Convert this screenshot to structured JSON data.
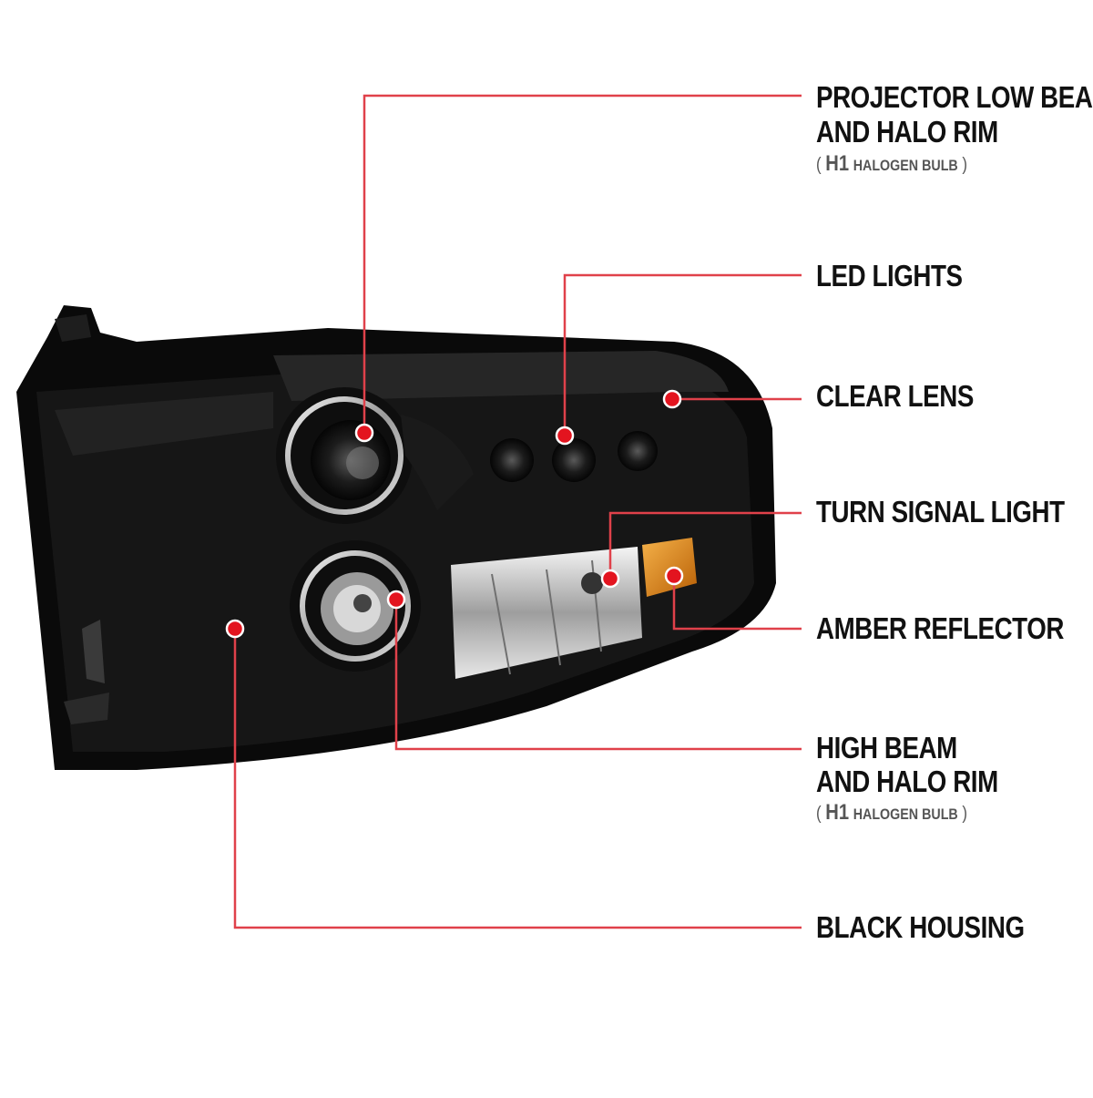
{
  "colors": {
    "leader_line": "#e0414a",
    "dot": "#e3141f",
    "housing": "#0d0d0d",
    "amber": "#d9870f",
    "chrome": "#c8c8c8",
    "label_text": "#111111",
    "sub_text": "#555555"
  },
  "callouts": [
    {
      "id": "projector-low-beam",
      "lines": [
        "PROJECTOR LOW BEAM",
        "AND HALO RIM"
      ],
      "bulb_open": "( ",
      "bulb_code": "H1",
      "bulb_text": "HALOGEN BULB",
      "bulb_close": " )"
    },
    {
      "id": "led-lights",
      "lines": [
        "LED LIGHTS"
      ]
    },
    {
      "id": "clear-lens",
      "lines": [
        "CLEAR LENS"
      ]
    },
    {
      "id": "turn-signal",
      "lines": [
        "TURN SIGNAL LIGHT"
      ]
    },
    {
      "id": "amber-reflector",
      "lines": [
        "AMBER REFLECTOR"
      ]
    },
    {
      "id": "high-beam",
      "lines": [
        "HIGH BEAM",
        "AND HALO RIM"
      ],
      "bulb_open": "( ",
      "bulb_code": "H1",
      "bulb_text": "HALOGEN BULB",
      "bulb_close": " )"
    },
    {
      "id": "black-housing",
      "lines": [
        "BLACK HOUSING"
      ]
    }
  ]
}
